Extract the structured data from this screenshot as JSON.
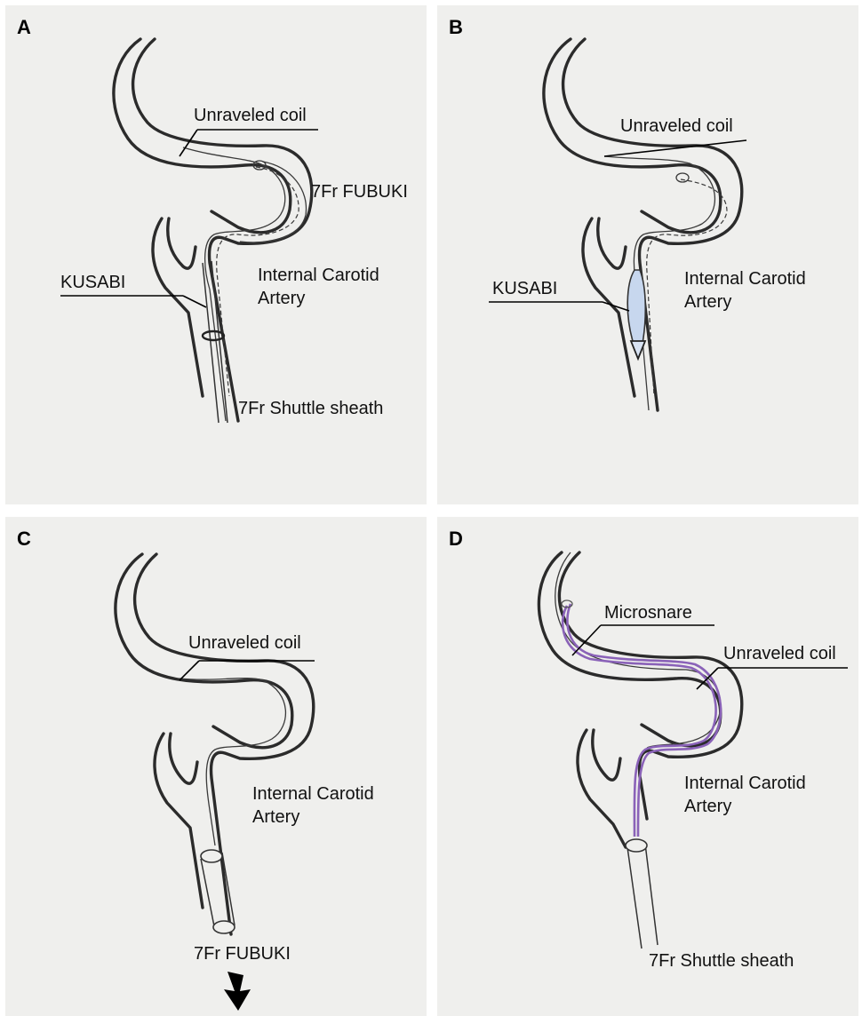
{
  "panels": {
    "a": {
      "letter": "A",
      "labels": {
        "coil": "Unraveled coil",
        "fubuki": "7Fr FUBUKI",
        "kusabi": "KUSABI",
        "ica_line1": "Internal Carotid",
        "ica_line2": "Artery",
        "sheath": "7Fr Shuttle sheath"
      }
    },
    "b": {
      "letter": "B",
      "labels": {
        "coil": "Unraveled coil",
        "kusabi": "KUSABI",
        "ica_line1": "Internal Carotid",
        "ica_line2": "Artery"
      }
    },
    "c": {
      "letter": "C",
      "labels": {
        "coil": "Unraveled coil",
        "ica_line1": "Internal Carotid",
        "ica_line2": "Artery",
        "fubuki": "7Fr FUBUKI"
      }
    },
    "d": {
      "letter": "D",
      "labels": {
        "microsnare": "Microsnare",
        "coil": "Unraveled coil",
        "ica_line1": "Internal Carotid",
        "ica_line2": "Artery",
        "sheath": "7Fr Shuttle sheath"
      }
    }
  },
  "colors": {
    "panel_bg": "#efefed",
    "vessel": "#2b2b2b",
    "kusabi_balloon": "#c7d7ee",
    "microsnare": "#8a62b8"
  }
}
